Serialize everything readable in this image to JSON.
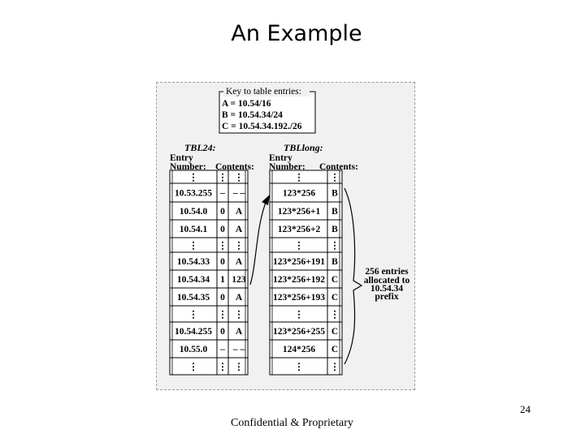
{
  "slide": {
    "title": "An Example",
    "page_number": "24",
    "footer": "Confidential & Proprietary"
  },
  "key": {
    "heading": "Key to table entries:",
    "lines": [
      "A = 10.54/16",
      "B = 10.54.34/24",
      "C = 10.54.34.192./26"
    ]
  },
  "tbl24": {
    "name": "TBL24:",
    "header_entry_1": "Entry",
    "header_entry_2": "Number:",
    "header_contents": "Contents:",
    "rows": [
      {
        "entry": "⋮",
        "flag": "⋮",
        "content": "⋮"
      },
      {
        "entry": "10.53.255",
        "flag": "–",
        "content": "– –"
      },
      {
        "entry": "10.54.0",
        "flag": "0",
        "content": "A"
      },
      {
        "entry": "10.54.1",
        "flag": "0",
        "content": "A"
      },
      {
        "entry": "⋮",
        "flag": "⋮",
        "content": "⋮"
      },
      {
        "entry": "10.54.33",
        "flag": "0",
        "content": "A"
      },
      {
        "entry": "10.54.34",
        "flag": "1",
        "content": "123"
      },
      {
        "entry": "10.54.35",
        "flag": "0",
        "content": "A"
      },
      {
        "entry": "⋮",
        "flag": "⋮",
        "content": "⋮"
      },
      {
        "entry": "10.54.255",
        "flag": "0",
        "content": "A"
      },
      {
        "entry": "10.55.0",
        "flag": "–",
        "content": "– –"
      },
      {
        "entry": "⋮",
        "flag": "⋮",
        "content": "⋮"
      }
    ]
  },
  "tbllong": {
    "name": "TBLlong:",
    "header_entry_1": "Entry",
    "header_entry_2": "Number:",
    "header_contents": "Contents:",
    "rows": [
      {
        "entry": "⋮",
        "content": "⋮"
      },
      {
        "entry": "123*256",
        "content": "B"
      },
      {
        "entry": "123*256+1",
        "content": "B"
      },
      {
        "entry": "123*256+2",
        "content": "B"
      },
      {
        "entry": "⋮",
        "content": "⋮"
      },
      {
        "entry": "123*256+191",
        "content": "B"
      },
      {
        "entry": "123*256+192",
        "content": "C"
      },
      {
        "entry": "123*256+193",
        "content": "C"
      },
      {
        "entry": "⋮",
        "content": "⋮"
      },
      {
        "entry": "123*256+255",
        "content": "C"
      },
      {
        "entry": "124*256",
        "content": "C"
      },
      {
        "entry": "⋮",
        "content": "⋮"
      }
    ]
  },
  "annotation": {
    "lines": [
      "256 entries",
      "allocated to",
      "10.54.34",
      "prefix"
    ]
  }
}
